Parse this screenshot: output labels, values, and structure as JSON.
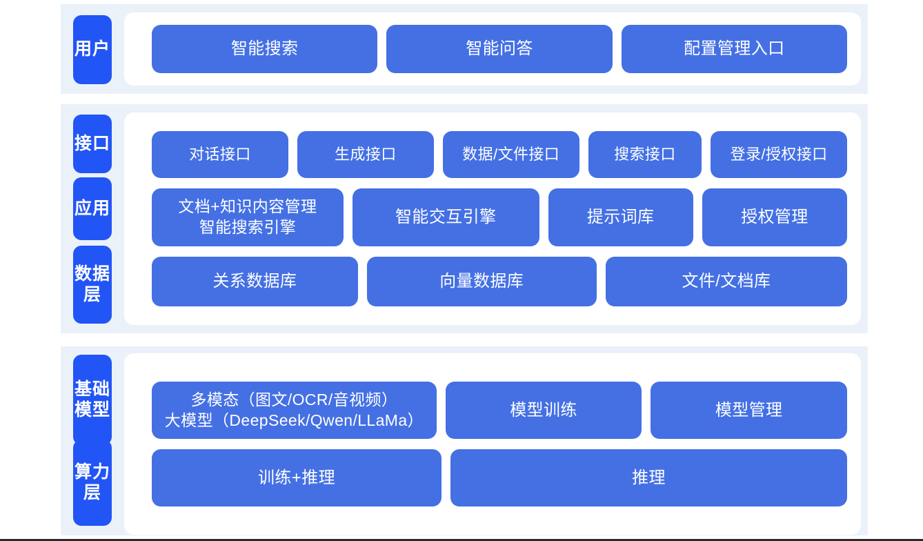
{
  "colors": {
    "badge_blue": "#2255F5",
    "tile_blue": "#4470E4",
    "band_bg": "#EBF1F9",
    "panel_bg": "#FFFFFF",
    "page_bg": "#FFFFFF",
    "tile_text": "#FFFFFF"
  },
  "sections": [
    {
      "id": "user",
      "badges": [
        {
          "label": "用户",
          "name": "layer-badge-user"
        }
      ],
      "rows": [
        {
          "id": "user-entries",
          "tiles": [
            {
              "label": "智能搜索",
              "flex": 1
            },
            {
              "label": "智能问答",
              "flex": 1
            },
            {
              "label": "配置管理入口",
              "flex": 1
            }
          ]
        }
      ]
    },
    {
      "id": "platform",
      "badges": [
        {
          "label": "接口",
          "name": "layer-badge-api"
        },
        {
          "label": "应用",
          "name": "layer-badge-app"
        },
        {
          "label": "数据层",
          "name": "layer-badge-data"
        }
      ],
      "rows": [
        {
          "id": "api-row",
          "tiles": [
            {
              "label": "对话接口",
              "flex": 1
            },
            {
              "label": "生成接口",
              "flex": 1
            },
            {
              "label": "数据/文件接口",
              "flex": 1
            },
            {
              "label": "搜索接口",
              "flex": 0.82
            },
            {
              "label": "登录/授权接口",
              "flex": 1
            }
          ]
        },
        {
          "id": "app-row",
          "tiles": [
            {
              "label": "文档+知识内容管理\n智能搜索引擎",
              "flex": 1.1
            },
            {
              "label": "智能交互引擎",
              "flex": 1.07
            },
            {
              "label": "提示词库",
              "flex": 0.82
            },
            {
              "label": "授权管理",
              "flex": 0.82
            }
          ]
        },
        {
          "id": "data-row",
          "tiles": [
            {
              "label": "关系数据库",
              "flex": 1
            },
            {
              "label": "向量数据库",
              "flex": 1.12
            },
            {
              "label": "文件/文档库",
              "flex": 1.18
            }
          ]
        }
      ]
    },
    {
      "id": "infrastructure",
      "badges": [
        {
          "label": "基础模型",
          "name": "layer-badge-model"
        },
        {
          "label": "算力层",
          "name": "layer-badge-compute"
        }
      ],
      "rows": [
        {
          "id": "model-row",
          "tiles": [
            {
              "label": "多模态（图文/OCR/音视频）\n大模型（DeepSeek/Qwen/LLaMa）",
              "flex": 1.22
            },
            {
              "label": "模型训练",
              "flex": 0.83
            },
            {
              "label": "模型管理",
              "flex": 0.83
            }
          ]
        },
        {
          "id": "compute-row",
          "tiles": [
            {
              "label": "训练+推理",
              "flex": 1
            },
            {
              "label": "推理",
              "flex": 1.38
            }
          ]
        }
      ]
    }
  ]
}
